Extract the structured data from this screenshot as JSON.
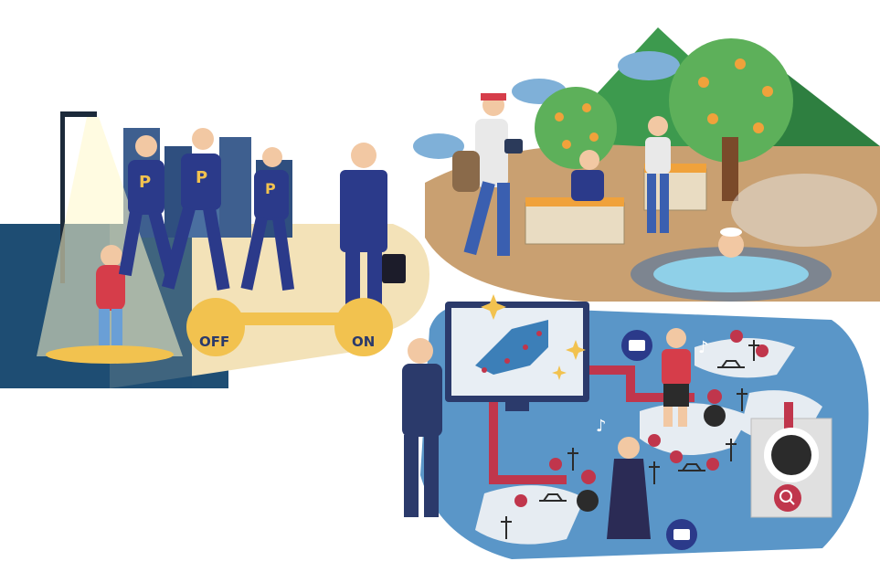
{
  "switch": {
    "off_label": "OFF",
    "on_label": "ON"
  },
  "hero_emblem": "P",
  "colors": {
    "sea": "#1f4e73",
    "sand": "#f3e2b8",
    "switch_yellow": "#f2c24f",
    "navy": "#2b3a8a",
    "map_blue": "#5a96c8",
    "pin_red": "#c0364c",
    "mountain_green": "#3d9a4e",
    "orange": "#f0a23b",
    "dirt": "#c9a071"
  },
  "icons": [
    "street-lamp-icon",
    "camera-icon",
    "music-note-icon",
    "map-pin-icon",
    "bridge-icon",
    "power-pylon-icon",
    "magnifier-icon",
    "check-icon",
    "briefcase-icon"
  ]
}
